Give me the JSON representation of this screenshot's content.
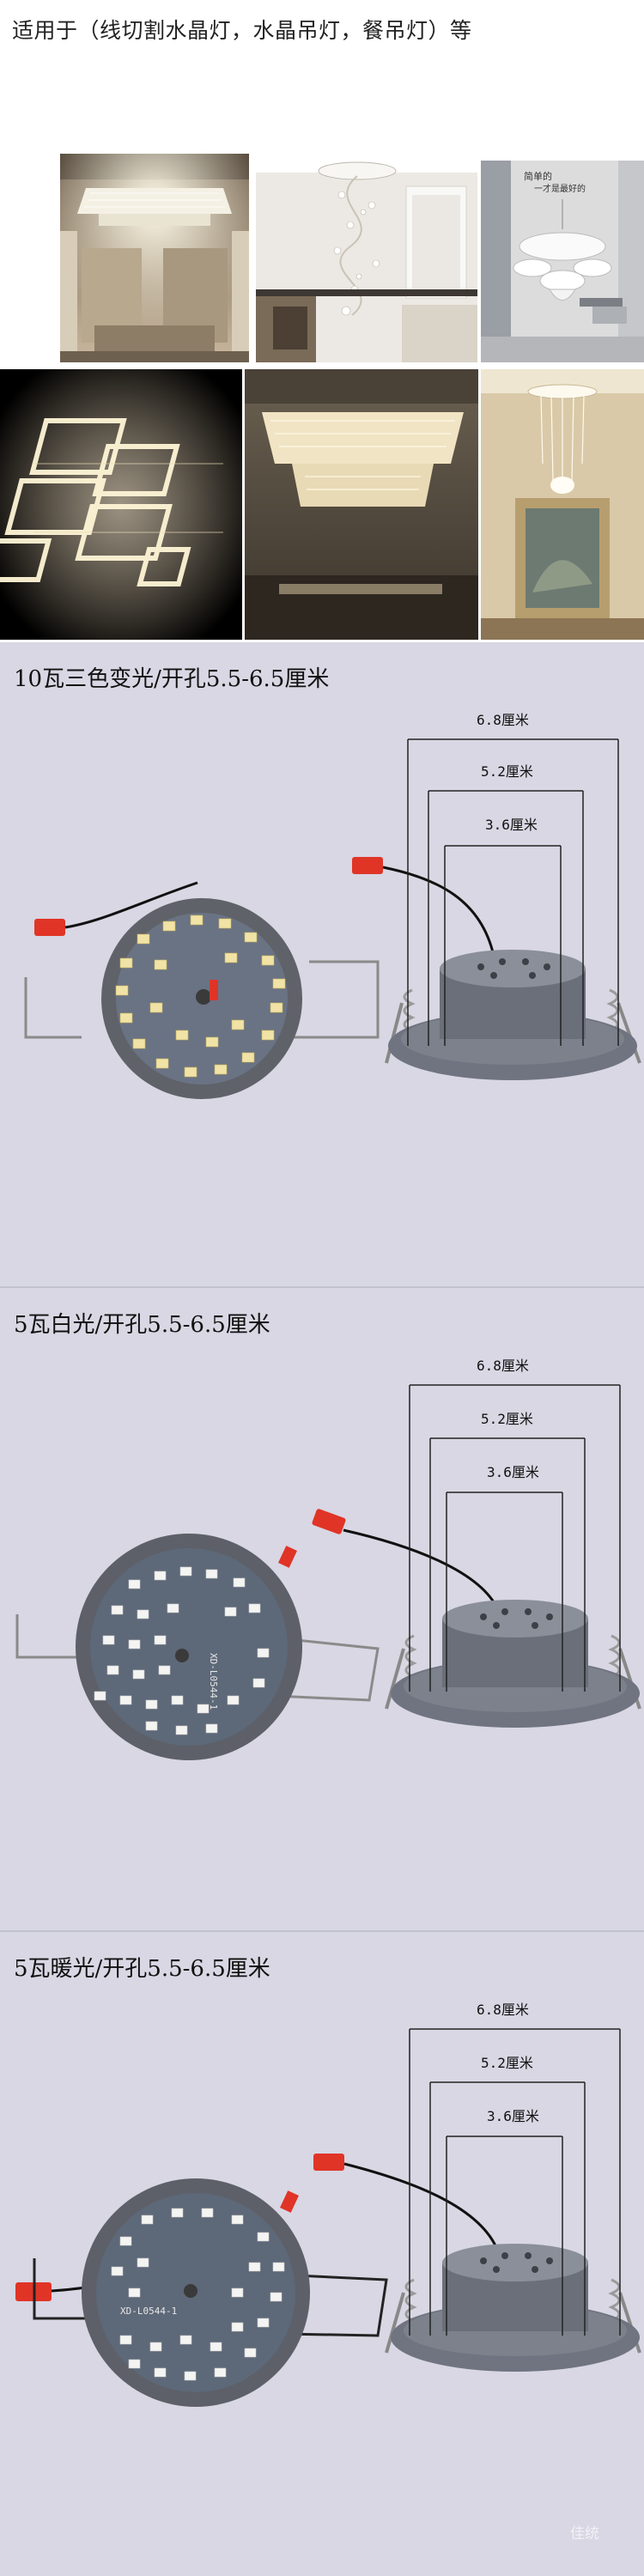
{
  "header": {
    "title": "适用于（线切割水晶灯，水晶吊灯，餐吊灯）等"
  },
  "gallery": {
    "tiles": [
      {
        "name": "crystal-ceiling-lamp-living-room-photo"
      },
      {
        "name": "spiral-crystal-chandelier-stairwell-photo"
      },
      {
        "name": "white-pendant-lamp-dining-photo",
        "sign_text": "简单的\n一才是最好的"
      },
      {
        "name": "square-crystal-ceiling-lamp-black-photo"
      },
      {
        "name": "rectangular-crystal-ceiling-lamp-photo"
      },
      {
        "name": "crystal-pendant-lamp-hallway-photo"
      }
    ]
  },
  "sections": [
    {
      "title": "10瓦三色变光/开孔5.5-6.5厘米",
      "dims": {
        "outer": "6.8厘米",
        "middle": "5.2厘米",
        "inner": "3.6厘米"
      },
      "board_text": "",
      "leds": "yellow"
    },
    {
      "title": "5瓦白光/开孔5.5-6.5厘米",
      "dims": {
        "outer": "6.8厘米",
        "middle": "5.2厘米",
        "inner": "3.6厘米"
      },
      "board_text": "XD-L0544-1",
      "leds": "white"
    },
    {
      "title": "5瓦暖光/开孔5.5-6.5厘米",
      "dims": {
        "outer": "6.8厘米",
        "middle": "5.2厘米",
        "inner": "3.6厘米"
      },
      "board_text": "XD-L0544-1",
      "leds": "white"
    }
  ],
  "watermark": "佳统",
  "colors": {
    "section_bg": "#d8d7e3",
    "housing": "#5f6268",
    "board": "#5d6878",
    "led_yellow": "#f1e3a6",
    "led_white": "#f4f4f2",
    "connector": "#e03427"
  }
}
